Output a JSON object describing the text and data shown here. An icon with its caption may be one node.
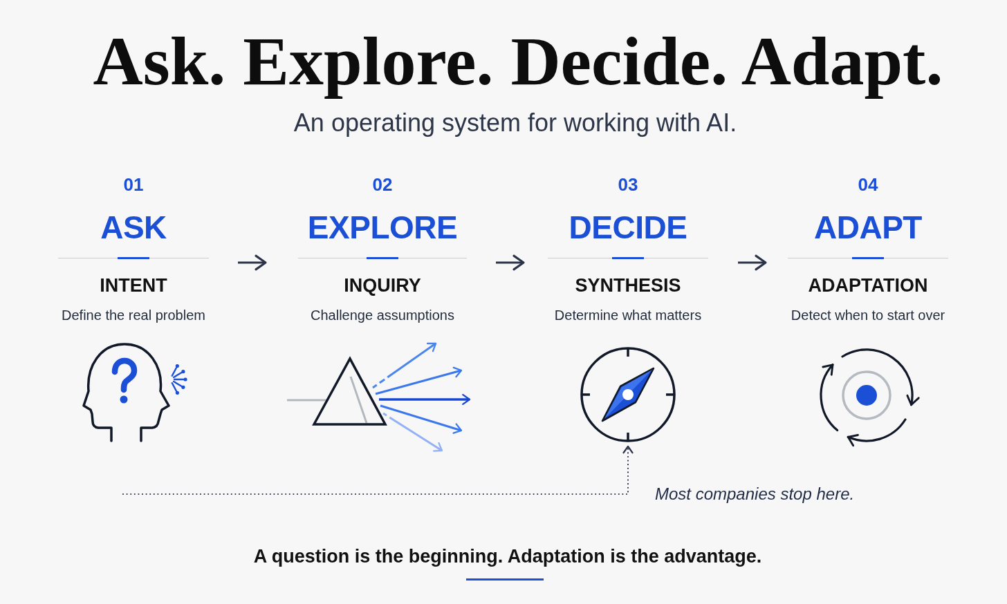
{
  "diagram": {
    "title": "Ask. Explore. Decide. Adapt.",
    "nodes": [
      {
        "text": [
          "01",
          "ASK",
          "INTENT",
          "Define the real problem"
        ]
      },
      {
        "text": [
          "02",
          "EXPLORE",
          "INQUIRY",
          "Challenge assumptions"
        ]
      },
      {
        "text": [
          "03",
          "DECIDE",
          "SYNTHESIS",
          "Determine what matters"
        ]
      },
      {
        "text": [
          "04",
          "ADAPT",
          "ADAPTATION",
          "Detect when to start over"
        ]
      },
      {
        "text": [],
        "shape": "picture"
      },
      {
        "text": [],
        "shape": "picture"
      },
      {
        "text": [],
        "shape": "picture"
      },
      {
        "text": [],
        "shape": "picture"
      }
    ],
    "edges": [
      {
        "from": 0,
        "to": 1,
        "arrow": "to"
      },
      {
        "from": 1,
        "to": 2,
        "arrow": "to"
      },
      {
        "from": 2,
        "to": 3,
        "arrow": "to"
      },
      {
        "from": null,
        "to": 6,
        "arrow": "to",
        "style": "dashed"
      }
    ],
    "labels": [
      "An operating system for working with AI.",
      "Most companies stop here."
    ],
    "caption": "A question is the beginning. Adaptation is the advantage."
  }
}
